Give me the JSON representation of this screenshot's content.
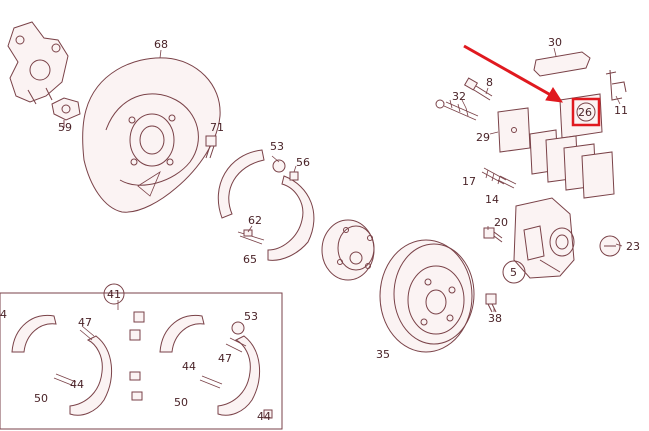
{
  "labels": {
    "p68": "68",
    "p59": "59",
    "p71": "71",
    "p53a": "53",
    "p56": "56",
    "p62": "62",
    "p65": "65",
    "p35": "35",
    "p30": "30",
    "p8": "8",
    "p32": "32",
    "p26": "26",
    "p11": "11",
    "p29": "29",
    "p17": "17",
    "p14": "14",
    "p20": "20",
    "p23": "23",
    "p5": "5",
    "p38": "38",
    "p41": "41",
    "p4": "4",
    "p47a": "47",
    "p44a": "44",
    "p50a": "50",
    "p53b": "53",
    "p47b": "47",
    "p44b": "44",
    "p50b": "50",
    "p44c": "44"
  },
  "colors": {
    "line": "#7a4248",
    "highlight_box": "#e0191f",
    "arrow": "#e0191f"
  }
}
